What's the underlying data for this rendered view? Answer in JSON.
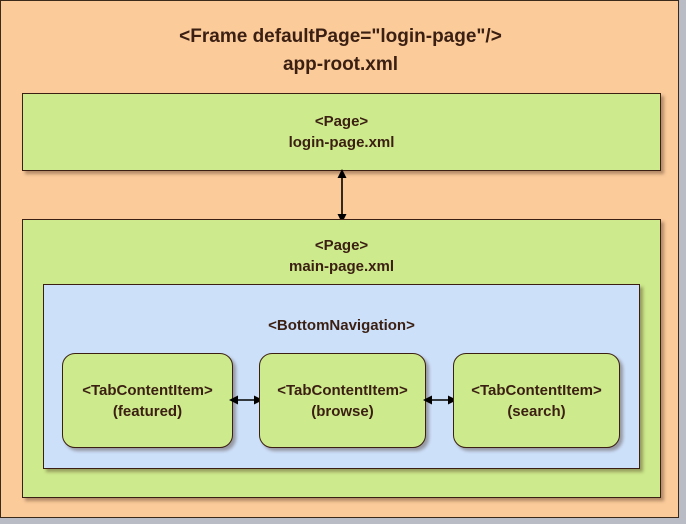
{
  "diagram": {
    "type": "nested-container-diagram",
    "root": {
      "name": "app-root-frame",
      "title": "<Frame defaultPage=\"login-page\"/>\napp-root.xml",
      "color": "#fbcb9a"
    },
    "boxes": [
      {
        "name": "login-page",
        "label": "<Page>\nlogin-page.xml",
        "color": "#cdea8c"
      },
      {
        "name": "main-page",
        "label": "<Page>\nmain-page.xml",
        "color": "#cdea8c"
      },
      {
        "name": "bottom-navigation",
        "label": "<BottomNavigation>",
        "color": "#cde0fa"
      }
    ],
    "tabs": [
      {
        "name": "tab-featured",
        "label": "<TabContentItem>\n(featured)"
      },
      {
        "name": "tab-browse",
        "label": "<TabContentItem>\n(browse)"
      },
      {
        "name": "tab-search",
        "label": "<TabContentItem>\n(search)"
      }
    ],
    "connectors": [
      {
        "name": "login-main-connector",
        "style": "double-headed-vertical"
      },
      {
        "name": "featured-browse-connector",
        "style": "double-headed-horizontal"
      },
      {
        "name": "browse-search-connector",
        "style": "double-headed-horizontal"
      }
    ],
    "colors": {
      "background": "#b9bcc4",
      "frame": "#fbcb9a",
      "page": "#cdea8c",
      "navigation": "#cde0fa",
      "stroke": "#3a1f12",
      "arrow": "#000000"
    }
  }
}
